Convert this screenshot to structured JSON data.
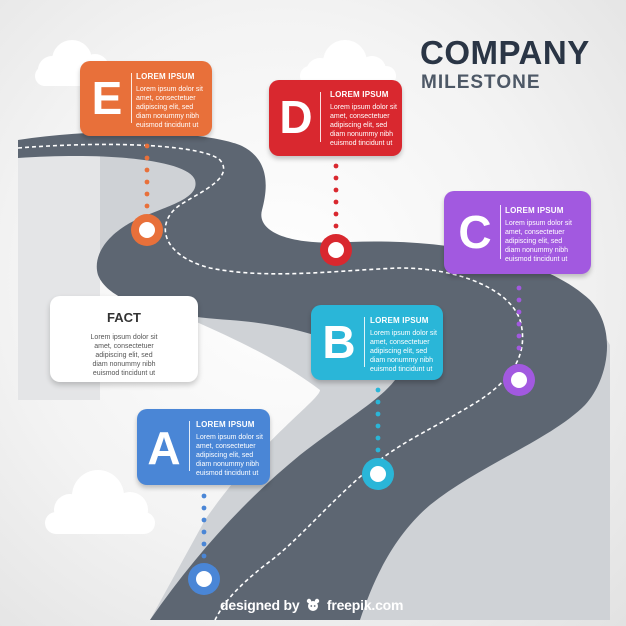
{
  "title": {
    "company": "COMPANY",
    "subtitle": "MILESTONE"
  },
  "milestones": [
    {
      "letter": "E",
      "heading": "LOREM IPSUM",
      "text": [
        "Lorem ipsum dolor sit",
        "amet, consectetuer",
        "adipiscing elit, sed",
        "diam nonummy nibh",
        "euismod tincidunt ut"
      ],
      "color": "#e8703a"
    },
    {
      "letter": "D",
      "heading": "LOREM IPSUM",
      "text": [
        "Lorem ipsum dolor sit",
        "amet, consectetuer",
        "adipiscing elit, sed",
        "diam nonummy nibh",
        "euismod tincidunt ut"
      ],
      "color": "#d9282f"
    },
    {
      "letter": "C",
      "heading": "LOREM IPSUM",
      "text": [
        "Lorem ipsum dolor sit",
        "amet, consectetuer",
        "adipiscing elit, sed",
        "diam nonummy nibh",
        "euismod tincidunt ut"
      ],
      "color": "#a259e0"
    },
    {
      "letter": "B",
      "heading": "LOREM IPSUM",
      "text": [
        "Lorem ipsum dolor sit",
        "amet, consectetuer",
        "adipiscing elit, sed",
        "diam nonummy nibh",
        "euismod tincidunt ut"
      ],
      "color": "#2ab6d8"
    },
    {
      "letter": "A",
      "heading": "LOREM IPSUM",
      "text": [
        "Lorem ipsum dolor sit",
        "amet, consectetuer",
        "adipiscing elit, sed",
        "diam nonummy nibh",
        "euismod tincidunt ut"
      ],
      "color": "#4a86d6"
    }
  ],
  "fact": {
    "heading": "FACT",
    "text": [
      "Lorem ipsum dolor sit",
      "amet, consectetuer",
      "adipiscing elit, sed",
      "diam nonummy nibh",
      "euismod tincidunt ut"
    ]
  },
  "credit": {
    "prefix": "designed by",
    "brand": "freepik.com"
  },
  "colors": {
    "road": "#5d6672",
    "road_edge": "#a9aeb4",
    "title": "#2a3545"
  }
}
